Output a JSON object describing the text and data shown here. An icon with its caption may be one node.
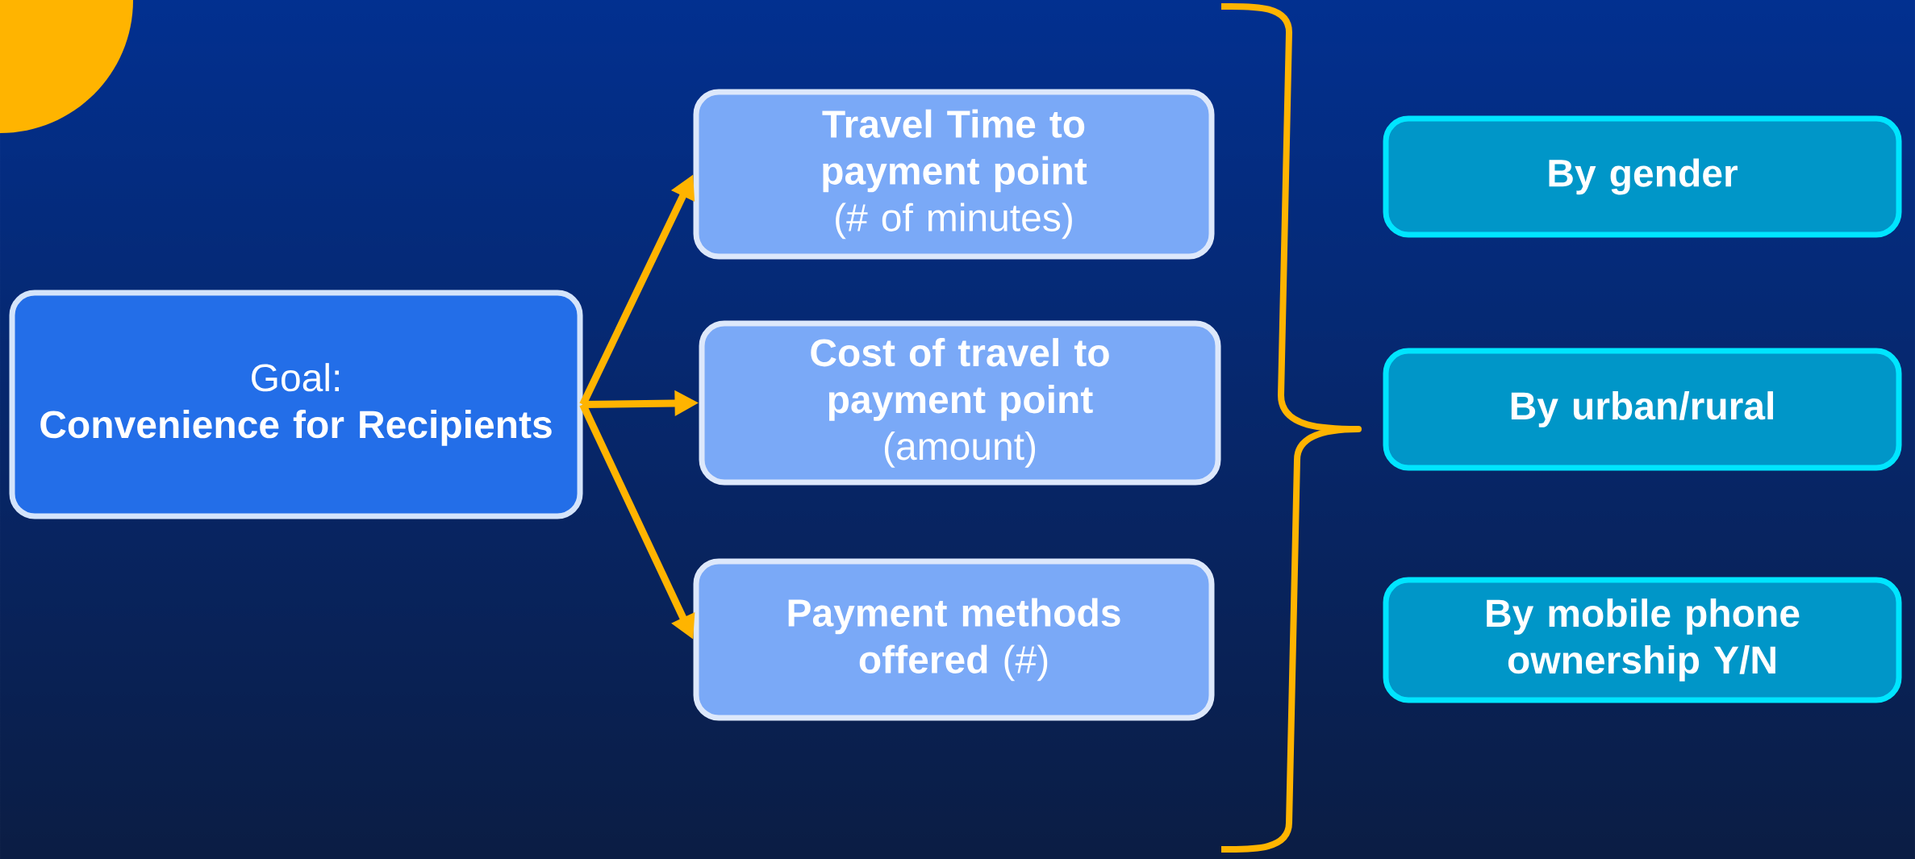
{
  "diagram": {
    "nodes": [
      {
        "text": [
          "Goal:",
          "Convenience for Recipients"
        ]
      },
      {
        "text": [
          "Travel Time to payment point",
          "(# of minutes)"
        ]
      },
      {
        "text": [
          "Cost of travel to payment point",
          "(amount)"
        ]
      },
      {
        "text": [
          "**Payment methods offered** (#)"
        ]
      },
      {
        "text": [
          "By gender"
        ]
      },
      {
        "text": [
          "By urban/rural"
        ]
      },
      {
        "text": [
          "By mobile phone ownership Y/N"
        ]
      }
    ],
    "edges": [
      {
        "from": 0,
        "to": 1,
        "arrow": "to"
      },
      {
        "from": 0,
        "to": 2,
        "arrow": "to"
      },
      {
        "from": 0,
        "to": 3,
        "arrow": "to"
      }
    ]
  }
}
